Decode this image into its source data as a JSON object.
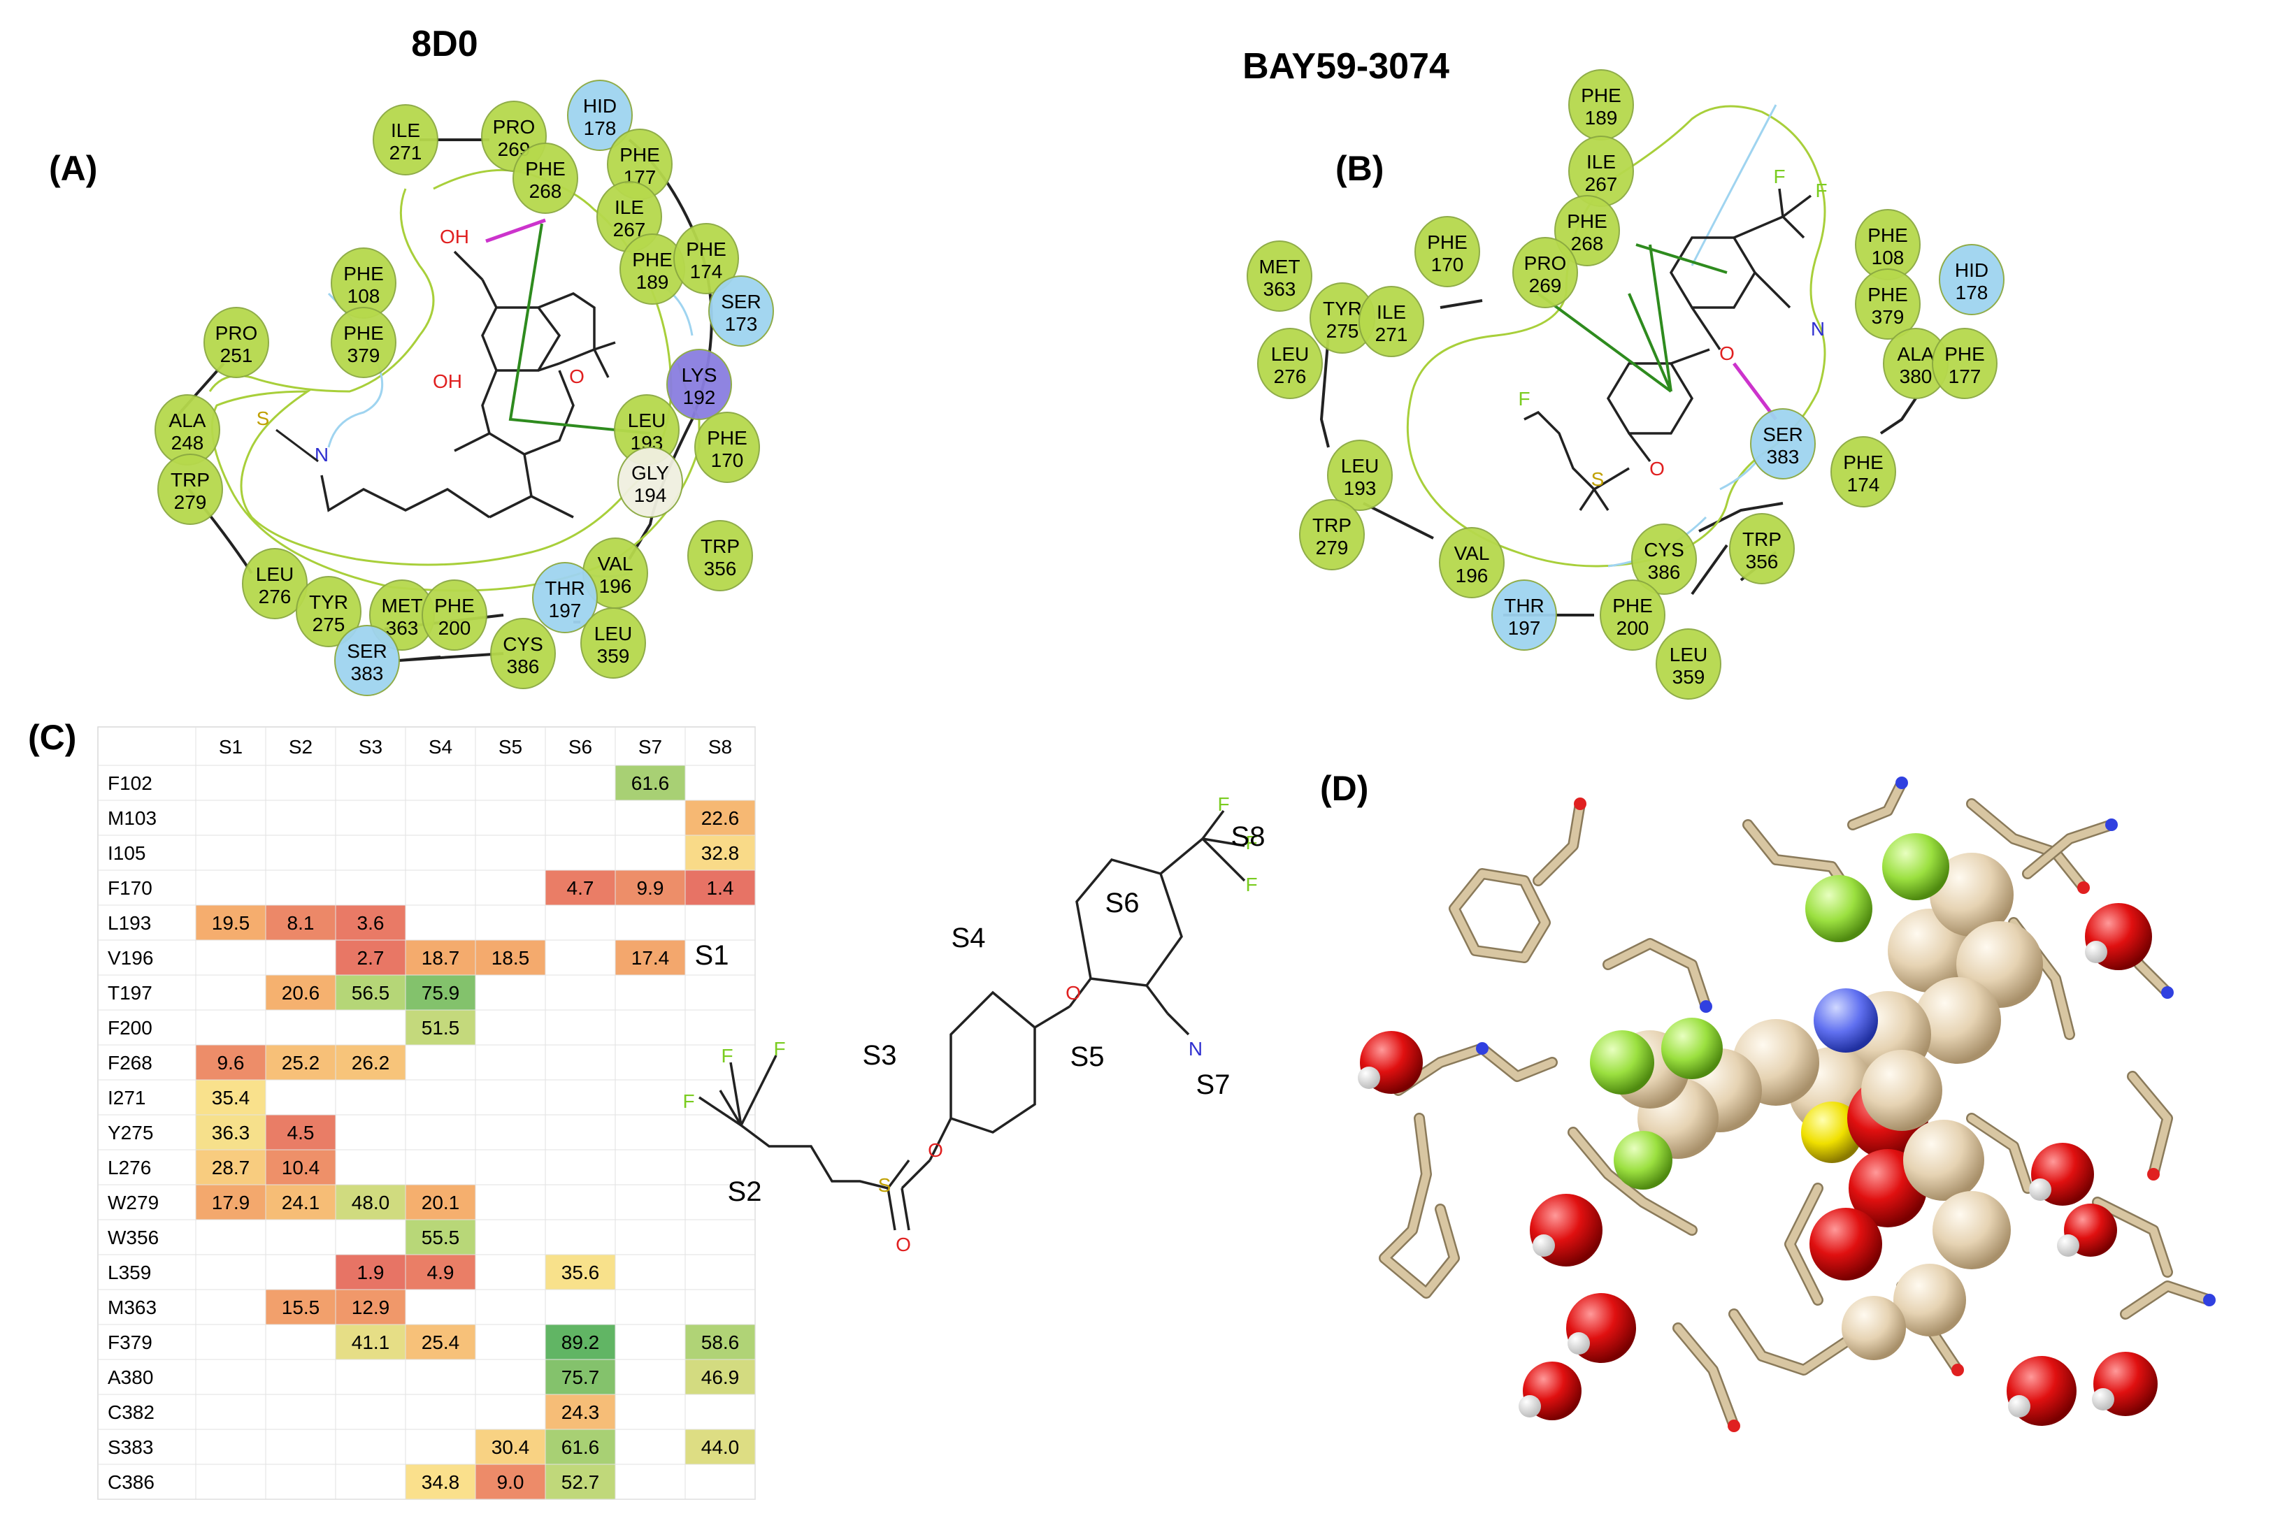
{
  "panels": {
    "A": {
      "label": "(A)",
      "title": "8D0"
    },
    "B": {
      "label": "(B)",
      "title": "BAY59-3074"
    },
    "C": {
      "label": "(C)"
    },
    "D": {
      "label": "(D)"
    }
  },
  "residues_A": [
    {
      "name": "ILE",
      "num": "271",
      "kind": "hydrophobic"
    },
    {
      "name": "PRO",
      "num": "269",
      "kind": "hydrophobic"
    },
    {
      "name": "HID",
      "num": "178",
      "kind": "polar"
    },
    {
      "name": "PHE",
      "num": "177",
      "kind": "hydrophobic"
    },
    {
      "name": "PHE",
      "num": "268",
      "kind": "hydrophobic"
    },
    {
      "name": "ILE",
      "num": "267",
      "kind": "hydrophobic"
    },
    {
      "name": "PHE",
      "num": "189",
      "kind": "hydrophobic"
    },
    {
      "name": "PHE",
      "num": "174",
      "kind": "hydrophobic"
    },
    {
      "name": "SER",
      "num": "173",
      "kind": "polar"
    },
    {
      "name": "PHE",
      "num": "108",
      "kind": "hydrophobic"
    },
    {
      "name": "PHE",
      "num": "379",
      "kind": "hydrophobic"
    },
    {
      "name": "PRO",
      "num": "251",
      "kind": "hydrophobic"
    },
    {
      "name": "LYS",
      "num": "192",
      "kind": "positive"
    },
    {
      "name": "ALA",
      "num": "248",
      "kind": "hydrophobic"
    },
    {
      "name": "TRP",
      "num": "279",
      "kind": "hydrophobic"
    },
    {
      "name": "LEU",
      "num": "193",
      "kind": "hydrophobic"
    },
    {
      "name": "PHE",
      "num": "170",
      "kind": "hydrophobic"
    },
    {
      "name": "GLY",
      "num": "194",
      "kind": "glycine"
    },
    {
      "name": "TRP",
      "num": "356",
      "kind": "hydrophobic"
    },
    {
      "name": "VAL",
      "num": "196",
      "kind": "hydrophobic"
    },
    {
      "name": "LEU",
      "num": "276",
      "kind": "hydrophobic"
    },
    {
      "name": "TYR",
      "num": "275",
      "kind": "hydrophobic"
    },
    {
      "name": "MET",
      "num": "363",
      "kind": "hydrophobic"
    },
    {
      "name": "PHE",
      "num": "200",
      "kind": "hydrophobic"
    },
    {
      "name": "THR",
      "num": "197",
      "kind": "polar"
    },
    {
      "name": "SER",
      "num": "383",
      "kind": "polar"
    },
    {
      "name": "CYS",
      "num": "386",
      "kind": "hydrophobic"
    },
    {
      "name": "LEU",
      "num": "359",
      "kind": "hydrophobic"
    }
  ],
  "residues_B": [
    {
      "name": "PHE",
      "num": "189",
      "kind": "hydrophobic"
    },
    {
      "name": "ILE",
      "num": "267",
      "kind": "hydrophobic"
    },
    {
      "name": "PHE",
      "num": "268",
      "kind": "hydrophobic"
    },
    {
      "name": "PHE",
      "num": "170",
      "kind": "hydrophobic"
    },
    {
      "name": "PRO",
      "num": "269",
      "kind": "hydrophobic"
    },
    {
      "name": "MET",
      "num": "363",
      "kind": "hydrophobic"
    },
    {
      "name": "TYR",
      "num": "275",
      "kind": "hydrophobic"
    },
    {
      "name": "ILE",
      "num": "271",
      "kind": "hydrophobic"
    },
    {
      "name": "LEU",
      "num": "276",
      "kind": "hydrophobic"
    },
    {
      "name": "PHE",
      "num": "108",
      "kind": "hydrophobic"
    },
    {
      "name": "HID",
      "num": "178",
      "kind": "polar"
    },
    {
      "name": "PHE",
      "num": "379",
      "kind": "hydrophobic"
    },
    {
      "name": "ALA",
      "num": "380",
      "kind": "hydrophobic"
    },
    {
      "name": "PHE",
      "num": "177",
      "kind": "hydrophobic"
    },
    {
      "name": "SER",
      "num": "383",
      "kind": "polar"
    },
    {
      "name": "PHE",
      "num": "174",
      "kind": "hydrophobic"
    },
    {
      "name": "LEU",
      "num": "193",
      "kind": "hydrophobic"
    },
    {
      "name": "TRP",
      "num": "279",
      "kind": "hydrophobic"
    },
    {
      "name": "TRP",
      "num": "356",
      "kind": "hydrophobic"
    },
    {
      "name": "CYS",
      "num": "386",
      "kind": "hydrophobic"
    },
    {
      "name": "VAL",
      "num": "196",
      "kind": "hydrophobic"
    },
    {
      "name": "THR",
      "num": "197",
      "kind": "polar"
    },
    {
      "name": "PHE",
      "num": "200",
      "kind": "hydrophobic"
    },
    {
      "name": "LEU",
      "num": "359",
      "kind": "hydrophobic"
    }
  ],
  "atoms": {
    "O": "O",
    "OH": "OH",
    "N": "N",
    "S": "S",
    "F": "F"
  },
  "colors": {
    "hydrophobic": "#b6d94c",
    "polar": "#9fd4f0",
    "positive": "#8a7ee0",
    "glycine": "#f0f0e0",
    "pocket": "#a8cf3a",
    "hbond": "#cc33cc",
    "pistack": "#2e8b1e"
  },
  "table": {
    "columns": [
      "S1",
      "S2",
      "S3",
      "S4",
      "S5",
      "S6",
      "S7",
      "S8"
    ],
    "rows": [
      {
        "res": "F102",
        "cells": [
          "",
          "",
          "",
          "",
          "",
          "",
          "61.6",
          ""
        ]
      },
      {
        "res": "M103",
        "cells": [
          "",
          "",
          "",
          "",
          "",
          "",
          "",
          "22.6"
        ]
      },
      {
        "res": "I105",
        "cells": [
          "",
          "",
          "",
          "",
          "",
          "",
          "",
          "32.8"
        ]
      },
      {
        "res": "F170",
        "cells": [
          "",
          "",
          "",
          "",
          "",
          "4.7",
          "9.9",
          "1.4"
        ]
      },
      {
        "res": "L193",
        "cells": [
          "19.5",
          "8.1",
          "3.6",
          "",
          "",
          "",
          "",
          ""
        ]
      },
      {
        "res": "V196",
        "cells": [
          "",
          "",
          "2.7",
          "18.7",
          "18.5",
          "",
          "17.4",
          ""
        ]
      },
      {
        "res": "T197",
        "cells": [
          "",
          "20.6",
          "56.5",
          "75.9",
          "",
          "",
          "",
          ""
        ]
      },
      {
        "res": "F200",
        "cells": [
          "",
          "",
          "",
          "51.5",
          "",
          "",
          "",
          ""
        ]
      },
      {
        "res": "F268",
        "cells": [
          "9.6",
          "25.2",
          "26.2",
          "",
          "",
          "",
          "",
          ""
        ]
      },
      {
        "res": "I271",
        "cells": [
          "35.4",
          "",
          "",
          "",
          "",
          "",
          "",
          ""
        ]
      },
      {
        "res": "Y275",
        "cells": [
          "36.3",
          "4.5",
          "",
          "",
          "",
          "",
          "",
          ""
        ]
      },
      {
        "res": "L276",
        "cells": [
          "28.7",
          "10.4",
          "",
          "",
          "",
          "",
          "",
          ""
        ]
      },
      {
        "res": "W279",
        "cells": [
          "17.9",
          "24.1",
          "48.0",
          "20.1",
          "",
          "",
          "",
          ""
        ]
      },
      {
        "res": "W356",
        "cells": [
          "",
          "",
          "",
          "55.5",
          "",
          "",
          "",
          ""
        ]
      },
      {
        "res": "L359",
        "cells": [
          "",
          "",
          "1.9",
          "4.9",
          "",
          "35.6",
          "",
          ""
        ]
      },
      {
        "res": "M363",
        "cells": [
          "",
          "15.5",
          "12.9",
          "",
          "",
          "",
          "",
          ""
        ]
      },
      {
        "res": "F379",
        "cells": [
          "",
          "",
          "41.1",
          "25.4",
          "",
          "89.2",
          "",
          "58.6"
        ]
      },
      {
        "res": "A380",
        "cells": [
          "",
          "",
          "",
          "",
          "",
          "75.7",
          "",
          "46.9"
        ]
      },
      {
        "res": "C382",
        "cells": [
          "",
          "",
          "",
          "",
          "",
          "24.3",
          "",
          ""
        ]
      },
      {
        "res": "S383",
        "cells": [
          "",
          "",
          "",
          "",
          "30.4",
          "61.6",
          "",
          "44.0"
        ]
      },
      {
        "res": "C386",
        "cells": [
          "",
          "",
          "",
          "34.8",
          "9.0",
          "52.7",
          "",
          ""
        ]
      }
    ]
  },
  "site_labels": [
    "S1",
    "S2",
    "S3",
    "S4",
    "S5",
    "S6",
    "S7",
    "S8"
  ]
}
